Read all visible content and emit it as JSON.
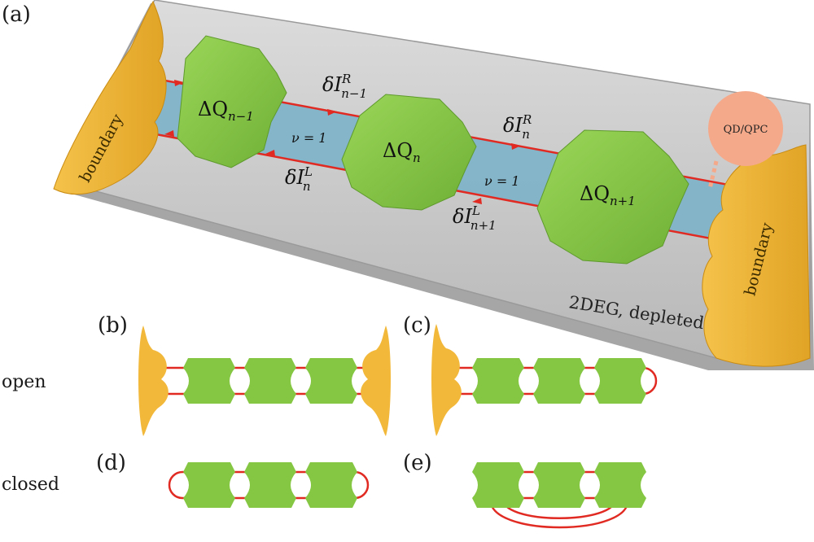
{
  "panels": {
    "a": "(a)",
    "b": "(b)",
    "c": "(c)",
    "d": "(d)",
    "e": "(e)"
  },
  "row_labels": {
    "open": "open",
    "closed": "closed"
  },
  "main": {
    "boundary_left": "boundary",
    "boundary_right": "boundary",
    "qd_label": "QD/QPC",
    "substrate_label": "2DEG, depleted",
    "dot_n_minus_1": {
      "base": "ΔQ",
      "sub": "n−1"
    },
    "dot_n": {
      "base": "ΔQ",
      "sub": "n"
    },
    "dot_n_plus_1": {
      "base": "ΔQ",
      "sub": "n+1"
    },
    "nu_1": "ν = 1",
    "nu_2": "ν = 1",
    "current_R_nm1": {
      "base": "δI",
      "sup": "R",
      "sub": "n−1"
    },
    "current_R_n": {
      "base": "δI",
      "sup": "R",
      "sub": "n"
    },
    "current_L_n": {
      "base": "δI",
      "sup": "L",
      "sub": "n"
    },
    "current_L_np1": {
      "base": "δI",
      "sup": "L",
      "sub": "n+1"
    }
  },
  "colors": {
    "dot": "#85c642",
    "boundary": "#f2b83a",
    "edge": "#e02a22",
    "channel": "#7fb3c8",
    "substrate": "#c9c9c9",
    "qd": "#f4a98a"
  }
}
